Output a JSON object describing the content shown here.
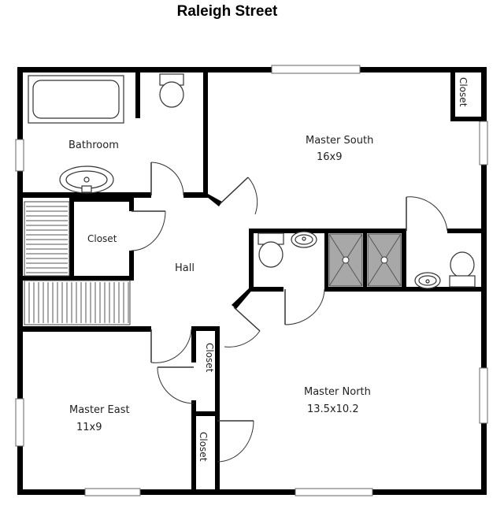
{
  "title": "Raleigh Street",
  "rooms": {
    "bathroom": {
      "name": "Bathroom"
    },
    "master_south": {
      "name": "Master South",
      "size": "16x9"
    },
    "closet_center": {
      "name": "Closet"
    },
    "hall": {
      "name": "Hall"
    },
    "master_north": {
      "name": "Master North",
      "size": "13.5x10.2"
    },
    "master_east": {
      "name": "Master East",
      "size": "11x9"
    },
    "closet_top_right": {
      "name": "Closet"
    },
    "closet_mid": {
      "name": "Closet"
    },
    "closet_bottom": {
      "name": "Closet"
    }
  }
}
